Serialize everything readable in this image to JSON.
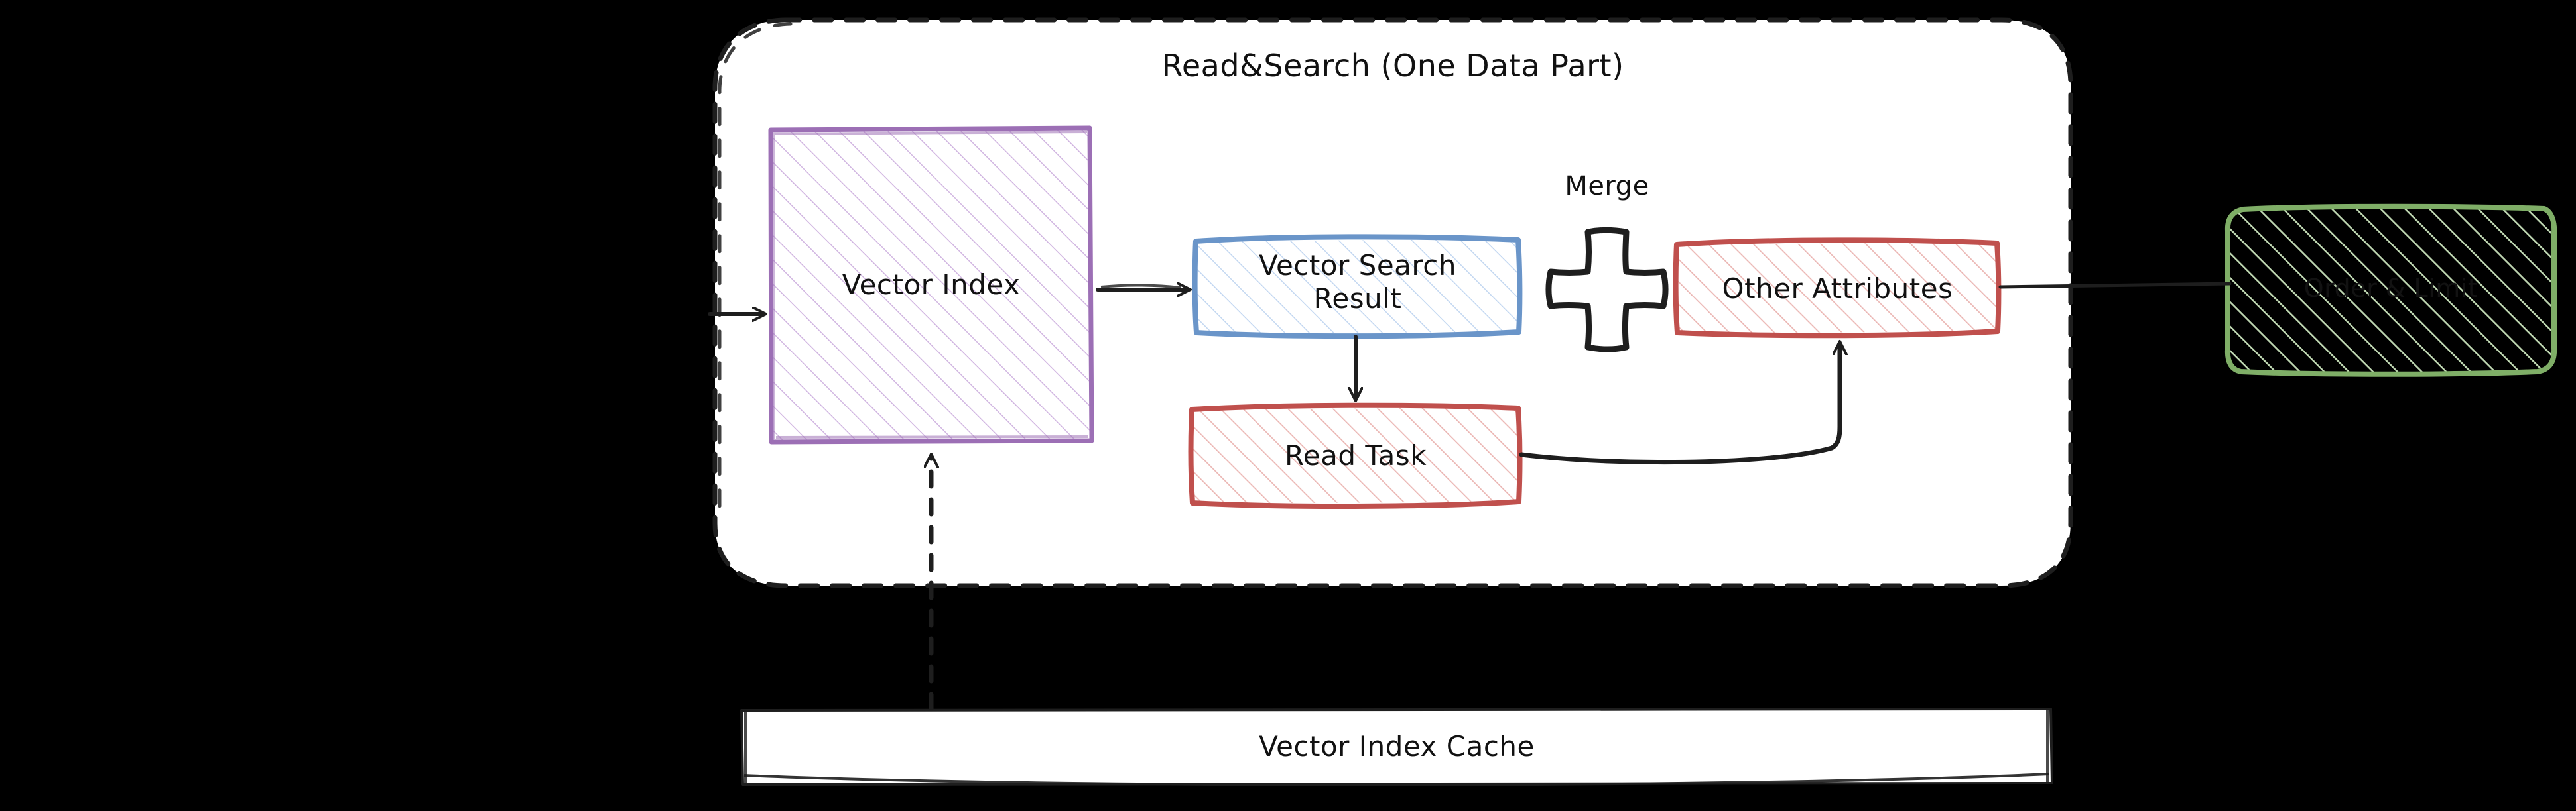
{
  "diagram": {
    "type": "architecture-flow",
    "style": "hand-drawn",
    "background_color": "#000000",
    "container": {
      "label": "Read&Search (One Data Part)",
      "border_style": "dashed",
      "border_color": "#1e1e1e",
      "fill_color": "#ffffff"
    },
    "nodes": [
      {
        "id": "vector-index",
        "label": "Vector Index",
        "shape": "rectangle",
        "stroke_color": "#9c6fb5",
        "fill_color": "#e8d8f0",
        "fill_style": "hachure"
      },
      {
        "id": "vector-search-result",
        "label": "Vector Search\nResult",
        "shape": "rectangle",
        "stroke_color": "#6a95c9",
        "fill_color": "#d9e6f7",
        "fill_style": "hachure"
      },
      {
        "id": "read-task",
        "label": "Read Task",
        "shape": "rectangle",
        "stroke_color": "#c0504d",
        "fill_color": "#f6dede",
        "fill_style": "hachure"
      },
      {
        "id": "other-attributes",
        "label": "Other Attributes",
        "shape": "rectangle",
        "stroke_color": "#c0504d",
        "fill_color": "#f6dede",
        "fill_style": "hachure"
      },
      {
        "id": "order-limit",
        "label": "Order & Limit",
        "shape": "rounded-rectangle",
        "stroke_color": "#7fae67",
        "fill_color": "#cfe5c4",
        "fill_style": "hachure"
      },
      {
        "id": "vector-index-cache",
        "label": "Vector Index Cache",
        "shape": "rectangle",
        "stroke_color": "#1e1e1e",
        "fill_color": "#ffffff",
        "fill_style": "solid"
      }
    ],
    "annotations": [
      {
        "id": "merge-label",
        "label": "Merge"
      },
      {
        "id": "merge-plus",
        "label": "+",
        "icon": "plus-icon"
      }
    ],
    "edges": [
      {
        "id": "edge-in",
        "from": "external-left",
        "to": "vector-index",
        "style": "solid",
        "arrow": "end"
      },
      {
        "id": "edge-index-result",
        "from": "vector-index",
        "to": "vector-search-result",
        "style": "solid",
        "arrow": "end"
      },
      {
        "id": "edge-result-read",
        "from": "vector-search-result",
        "to": "read-task",
        "style": "solid",
        "arrow": "end"
      },
      {
        "id": "edge-read-attrs",
        "from": "read-task",
        "to": "other-attributes",
        "style": "solid",
        "arrow": "end"
      },
      {
        "id": "edge-attrs-out",
        "from": "other-attributes",
        "to": "order-limit",
        "style": "solid",
        "arrow": "none"
      },
      {
        "id": "edge-cache-index",
        "from": "vector-index-cache",
        "to": "vector-index",
        "style": "dashed",
        "arrow": "end"
      }
    ]
  }
}
